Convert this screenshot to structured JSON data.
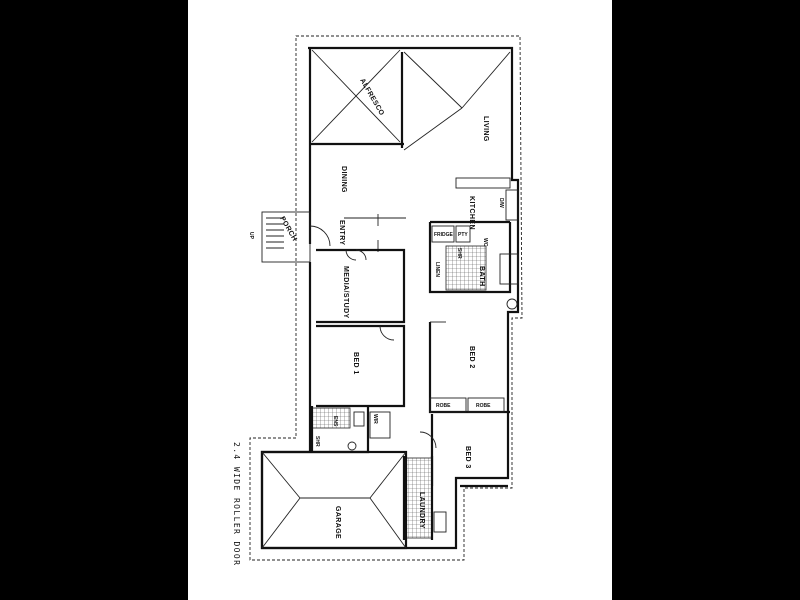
{
  "rooms": {
    "alfresco": "ALFRESCO",
    "living": "LIVING",
    "dining": "DINING",
    "kitchen": "KITCHEN",
    "entry": "ENTRY",
    "porch": "PORCH",
    "media_study": "MEDIA/STUDY",
    "bath": "BATH",
    "linen": "LINEN",
    "bed1": "BED 1",
    "bed2": "BED 2",
    "bed3": "BED 3",
    "robe_a": "ROBE",
    "robe_b": "ROBE",
    "ens": "ENS",
    "wir": "WIR",
    "garage": "GARAGE",
    "laundry": "LAUNDRY",
    "fridge": "FRIDGE",
    "pty": "PTY",
    "shr_bath": "SHR",
    "shr_ens": "SHR",
    "wc": "WC",
    "dw": "D/W",
    "up": "UP"
  },
  "notes": {
    "roller_door": "2.4 WIDE ROLLER DOOR"
  },
  "colors": {
    "frame": "#000000",
    "paper": "#ffffff",
    "ink": "#111111"
  }
}
